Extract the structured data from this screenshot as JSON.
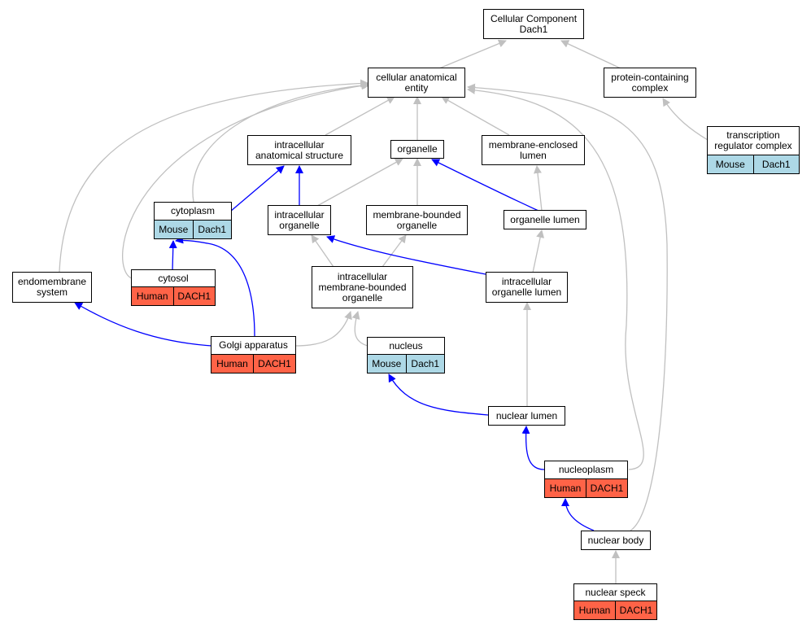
{
  "colors": {
    "mouse": "#add8e6",
    "human": "#ff6347",
    "edge_gray": "#c0c0c0",
    "edge_blue": "#0000ff"
  },
  "nodes": {
    "cc_dach1": {
      "label": "Cellular Component\nDach1"
    },
    "cae": {
      "label": "cellular anatomical\nentity"
    },
    "pcc": {
      "label": "protein-containing\ncomplex"
    },
    "trc": {
      "label": "transcription\nregulator complex",
      "tags": [
        "Mouse",
        "Dach1"
      ]
    },
    "ias": {
      "label": "intracellular\nanatomical structure"
    },
    "organelle": {
      "label": "organelle"
    },
    "mel": {
      "label": "membrane-enclosed\nlumen"
    },
    "cytoplasm": {
      "label": "cytoplasm",
      "tags": [
        "Mouse",
        "Dach1"
      ]
    },
    "io": {
      "label": "intracellular\norganelle"
    },
    "mbo": {
      "label": "membrane-bounded\norganelle"
    },
    "ol": {
      "label": "organelle lumen"
    },
    "endomembrane": {
      "label": "endomembrane\nsystem"
    },
    "cytosol": {
      "label": "cytosol",
      "tags": [
        "Human",
        "DACH1"
      ]
    },
    "imbo": {
      "label": "intracellular\nmembrane-bounded\norganelle"
    },
    "iol": {
      "label": "intracellular\norganelle lumen"
    },
    "golgi": {
      "label": "Golgi apparatus",
      "tags": [
        "Human",
        "DACH1"
      ]
    },
    "nucleus": {
      "label": "nucleus",
      "tags": [
        "Mouse",
        "Dach1"
      ]
    },
    "nuclear_lumen": {
      "label": "nuclear lumen"
    },
    "nucleoplasm": {
      "label": "nucleoplasm",
      "tags": [
        "Human",
        "DACH1"
      ]
    },
    "nuclear_body": {
      "label": "nuclear body"
    },
    "nuclear_speck": {
      "label": "nuclear speck",
      "tags": [
        "Human",
        "DACH1"
      ]
    }
  }
}
